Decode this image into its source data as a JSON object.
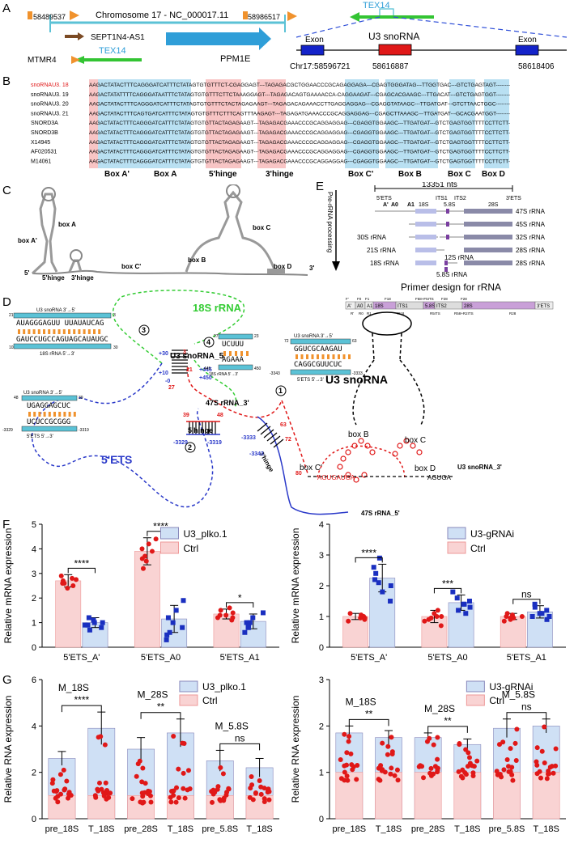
{
  "panels": {
    "a": "A",
    "b": "B",
    "c": "C",
    "d": "D",
    "e": "E",
    "f": "F",
    "g": "G"
  },
  "panel_a": {
    "pos_left": "58489537",
    "chromosome": "Chromosome 17 - NC_000017.11",
    "pos_right": "58986517",
    "gene_sept": "SEPT1N4-AS1",
    "gene_ppm": "PPM1E",
    "gene_mtmr": "MTMR4",
    "gene_tex_bottom": "TEX14",
    "gene_tex_top": "TEX14",
    "exon_left": "Exon",
    "exon_right": "Exon",
    "u3": "U3 snoRNA",
    "coord_1": "Chr17:58596721",
    "coord_2": "58616887",
    "coord_3": "58618406",
    "colors": {
      "teal": "#5bc2d6",
      "orange": "#f0922d",
      "brown": "#7b4a24",
      "green": "#33c433",
      "blue": "#2f9ed8",
      "exon": "#1423c9",
      "u3": "#e01818"
    }
  },
  "panel_b": {
    "names": [
      "snoRNAU3. 18",
      "snoRNAU3. 19",
      "snoRNAU3. 20",
      "snoRNAU3. 21",
      "SNORD3A",
      "SNORD3B",
      "X14945",
      "AF020531",
      "M14061"
    ],
    "seqs": [
      "AAGACTATACTTTCAGGGATCATTTCTATAGTGTGTTTCT-CGAGGAGT---TAGAGACGCTGGAACCCGCAGAGGAGA---CGAGTGGGATAG---TTGGTGAC---GTCTGAGTAGT--------",
      "AAGACTATATTTTCAGGGATAATTTCTATAGTGTGTTTCTTCTAAAGGAGT---TAGAGACAGTGAAAACCA-CAGGAAGAT---CGAGCACGAAGC---TTGACAT---GTCTGAGTGGT--------",
      "AAGACTATACTTTCAGGGATCATTTCTATAGTGTGTTTCTACTAGAGAAGT---TAGAGACAGAAACCTTGAGGAGGAG---CGAGGTATAAGC---TTGATGAT---GTCTTAACTGGC--------",
      "AAGACTATACTTTCAGTGATCATTTCTATAGTGTGTTTCTTTCAGTTTAAGAGT---TAGAGATGAAACCCGCAGGAGGAG---CGAGCTTAAAGC---TTGATGAT---GCACGAATGGT--------",
      "AAGACTATACTTTCAGGGATCATTTCTATAGTGTGTTACTAGAGAAGT---TAGAGACGAAACCCGCAGGAGGAG---CGAGGTGGAAGC---TTGATGAT---GTCTGAGTGGTTTTCCTTCTT-",
      "AAGACTATACTTTCAGGGATCATTTCTATAGTGTGTTACTAGAGAAGT---TAGAGACGAAACCCGCAGGAGGAG---CGAGGTGGAAGC---TTGATGAT---GTCTGAGTGGTTTTCCTTCTT-",
      "AAGACTATACTTTCAGGGATCATTTCTATAGTGTGTTACTAGAGAAGT---TAGAGACGAAACCCGCAGGAGGAG---CGAGGTGGAAGC---TTGATGAT---GTCTGAGTGGTTTTCCTTCTT-",
      "AAGACTATACTTTCAGGGATCATTTCTATAGTGTGTTACTAGAGAAGT---TAGAGACGAAACCCGCAGGAGGAG---CGAGGTGGAAGC---TTGATGAT---GTCTGAGTGGTTTTCCTTCTT-",
      "AAGACTATACTTTCAGGGATCATTTCTATAGTGTGTTACTAGAGAAGT---TAGAGACGAAACCCGCAGGAGGAG---CGAGGTGGAAGC---TTGATGAT---GTCTGAGTGGTTTTCCTTCTT-"
    ],
    "boxes": [
      "Box A'",
      "Box A",
      "5'hinge",
      "3'hinge",
      "Box C'",
      "Box B",
      "Box C",
      "Box D"
    ]
  },
  "panel_c": {
    "box_a": "box A",
    "box_a_prime": "box A'",
    "box_b": "box B",
    "box_c": "box C",
    "box_c_prime": "box C'",
    "box_d": "box D",
    "hinge5": "5'hinge",
    "hinge3": "3'hinge",
    "end5": "5'",
    "end3": "3'"
  },
  "panel_d": {
    "rrna18s": "18S rRNA",
    "u3": "U3 snoRNA",
    "ets": "5'ETS",
    "u3_5": "U3 snoRNA_5'",
    "u3_3": "U3 snoRNA_3'",
    "rrna47_3": "47S rRNA_3'",
    "rrna47_5": "47S rRNA_5'",
    "hinge5": "5'hinge",
    "hinge3": "3'hinge",
    "box_b": "box B",
    "box_c": "box C",
    "box_c_prime": "box C'",
    "box_d": "box D",
    "d3": {
      "title": "U3 snoRNA 3'→5'",
      "top": "AUAGGGAGUU   UUAUAUCAG",
      "bot": "GAUCCUGCCAGUAGCAUAUGC",
      "sub": "18S rRNA 5'→3'",
      "n1": "21",
      "n2": "3",
      "n3": "10",
      "n4": "30",
      "num": "3"
    },
    "d4": {
      "top": "UCUUU",
      "bot": "AGAAA",
      "sub": "18S rRNA 5'→3'",
      "n1": "27",
      "n2": "23",
      "n3": "445",
      "n4": "450",
      "num": "4"
    },
    "d2": {
      "title": "U3 snoRNA 3'→5'",
      "top": "UGAGGAGCUC",
      "bot": "UCUCCGCGGG",
      "sub": "5'ETS 5'→3'",
      "n1": "48",
      "n2": "39",
      "n3": "-3329",
      "n4": "-3319",
      "num": "2"
    },
    "d1": {
      "title": "U3 snoRNA 3'→5'",
      "top": "GGUCGCAAGAU",
      "bot": "CAGGCGUUCUC",
      "sub": "5'ETS 5'→3'",
      "n1": "72",
      "n2": "63",
      "n3": "-3343",
      "n4": "-3333",
      "num": "1"
    },
    "nums": {
      "p30": "+30",
      "p10": "+10",
      "m0": "-0",
      "p445": "+445",
      "p450": "+450",
      "s21": "21",
      "s27": "27",
      "s3": "3",
      "s39": "39",
      "s48": "48",
      "m3319": "-3319",
      "m3329": "-3329",
      "m3333": "-3333",
      "m3343": "-3343",
      "s63": "63",
      "s72": "72",
      "s80": "80",
      "hinge3": "3'hinge"
    }
  },
  "panel_e": {
    "nts": "13351 nts",
    "arrow_label": "Pre-rRNA processing",
    "seg_labels": [
      "5'ETS",
      "A'",
      "A0",
      "A1",
      "18S",
      "ITS1",
      "ITS2",
      "5.8S",
      "28S",
      "3'ETS"
    ],
    "rows": [
      {
        "left": "",
        "right": "47S rRNA"
      },
      {
        "left": "",
        "right": "45S rRNA"
      },
      {
        "left": "30S rRNA",
        "right": "32S rRNA"
      },
      {
        "left": "21S rRNA",
        "right": "28S rRNA"
      },
      {
        "left": "18S rRNA",
        "mid": "12S rRNA",
        "right": "28S rRNA"
      },
      {
        "left": "",
        "mid": "5.8S rRNA",
        "right": ""
      }
    ],
    "primer_title": "Primer design for rRNA",
    "primer_segs": [
      "A'",
      "A0",
      "A1",
      "18S",
      "ITS1",
      "5.8S",
      "ITS2",
      "28S",
      "3'ETS"
    ],
    "primer_top": [
      "F'",
      "F0",
      "F1",
      "F18",
      "F58+F5ITS",
      "F28",
      "F28"
    ],
    "primer_bot": [
      "R'",
      "R0",
      "R1",
      "R18",
      "R5ITS",
      "R58+R2ITS",
      "R28"
    ]
  },
  "chart_data": [
    {
      "type": "bar",
      "panel": "F-left",
      "ylabel": "Relative mRNA expression",
      "ylim": [
        0,
        5
      ],
      "yticks": [
        0,
        1,
        2,
        3,
        4,
        5
      ],
      "categories": [
        "5'ETS_A'",
        "5'ETS_A0",
        "5'ETS_A1"
      ],
      "series": [
        {
          "name": "Ctrl",
          "color": "#f9d3d3",
          "values": [
            2.7,
            3.9,
            1.35
          ],
          "err": [
            0.25,
            0.55,
            0.2
          ],
          "points": [
            [
              2.4,
              2.5,
              2.6,
              2.7,
              2.8,
              2.9,
              2.75,
              2.6
            ],
            [
              3.2,
              3.5,
              3.7,
              3.9,
              4.0,
              4.2,
              4.4,
              3.6
            ],
            [
              1.1,
              1.2,
              1.3,
              1.4,
              1.5,
              1.6,
              1.3,
              1.2
            ]
          ]
        },
        {
          "name": "U3_plko.1",
          "color": "#cfe0f5",
          "values": [
            1.0,
            1.15,
            1.05
          ],
          "err": [
            0.2,
            0.55,
            0.3
          ],
          "points": [
            [
              0.7,
              0.8,
              0.9,
              1.0,
              1.1,
              1.2,
              1.0,
              0.9
            ],
            [
              0.3,
              0.6,
              0.8,
              1.0,
              1.2,
              1.5,
              1.9,
              0.5
            ],
            [
              0.6,
              0.8,
              0.9,
              1.0,
              1.2,
              1.4,
              1.0,
              0.8
            ]
          ]
        }
      ],
      "annotations": [
        "****",
        "****",
        "*"
      ]
    },
    {
      "type": "bar",
      "panel": "F-right",
      "ylabel": "Relative mRNA expression",
      "ylim": [
        0,
        4
      ],
      "yticks": [
        0,
        1,
        2,
        3,
        4
      ],
      "categories": [
        "5'ETS_A'",
        "5'ETS_A0",
        "5'ETS_A1"
      ],
      "series": [
        {
          "name": "Ctrl",
          "color": "#f9d3d3",
          "values": [
            1.0,
            1.0,
            1.0
          ],
          "err": [
            0.1,
            0.2,
            0.1
          ],
          "points": [
            [
              0.85,
              0.9,
              0.95,
              1.0,
              1.05,
              1.1,
              1.0,
              0.95
            ],
            [
              0.7,
              0.85,
              0.95,
              1.0,
              1.1,
              1.2,
              1.0,
              0.9
            ],
            [
              0.85,
              0.9,
              0.95,
              1.0,
              1.05,
              1.1,
              1.0,
              0.95
            ]
          ]
        },
        {
          "name": "U3-gRNAi",
          "color": "#cfe0f5",
          "values": [
            2.25,
            1.45,
            1.15
          ],
          "err": [
            0.45,
            0.25,
            0.2
          ],
          "points": [
            [
              1.5,
              1.8,
              2.0,
              2.2,
              2.4,
              2.6,
              2.9,
              2.1
            ],
            [
              1.1,
              1.3,
              1.4,
              1.5,
              1.6,
              1.8,
              1.4,
              1.2
            ],
            [
              0.9,
              1.0,
              1.1,
              1.2,
              1.3,
              1.4,
              1.1,
              1.0
            ]
          ]
        }
      ],
      "annotations": [
        "****",
        "***",
        "ns"
      ]
    },
    {
      "type": "bar",
      "panel": "G-left",
      "ylabel": "Relative RNA expression",
      "ylim": [
        0,
        6
      ],
      "yticks": [
        0,
        2,
        4,
        6
      ],
      "categories": [
        "pre_18S",
        "T_18S",
        "pre_28S",
        "T_18S",
        "pre_5.8S",
        "T_18S"
      ],
      "series": [
        {
          "name": "U3_plko.1",
          "color": "#cfe0f5",
          "values": [
            2.6,
            3.9,
            3.0,
            3.7,
            2.5,
            2.2
          ],
          "err": [
            0.3,
            0.7,
            0.5,
            0.6,
            0.45,
            0.4
          ]
        },
        {
          "name": "Ctrl",
          "color": "#f9d3d3",
          "values": [
            1.0,
            1.0,
            1.0,
            1.0,
            1.0,
            1.0
          ]
        }
      ],
      "groups": [
        "M_18S",
        "M_28S",
        "M_5.8S"
      ],
      "annotations": [
        "****",
        "**",
        "ns"
      ]
    },
    {
      "type": "bar",
      "panel": "G-right",
      "ylabel": "Relative RNA expression",
      "ylim": [
        0,
        3
      ],
      "yticks": [
        0,
        1,
        2,
        3
      ],
      "categories": [
        "pre_18S",
        "T_18S",
        "pre_28S",
        "T_18S",
        "pre_5.8S",
        "T_18S"
      ],
      "series": [
        {
          "name": "U3-gRNAi",
          "color": "#cfe0f5",
          "values": [
            1.85,
            1.75,
            1.75,
            1.6,
            1.95,
            2.0
          ],
          "err": [
            0.15,
            0.15,
            0.1,
            0.12,
            0.2,
            0.15
          ]
        },
        {
          "name": "Ctrl",
          "color": "#f9d3d3",
          "values": [
            1.0,
            1.0,
            1.0,
            1.0,
            1.0,
            1.0
          ]
        }
      ],
      "groups": [
        "M_18S",
        "M_28S",
        "M_5.8S"
      ],
      "annotations": [
        "**",
        "**",
        "ns"
      ]
    }
  ]
}
